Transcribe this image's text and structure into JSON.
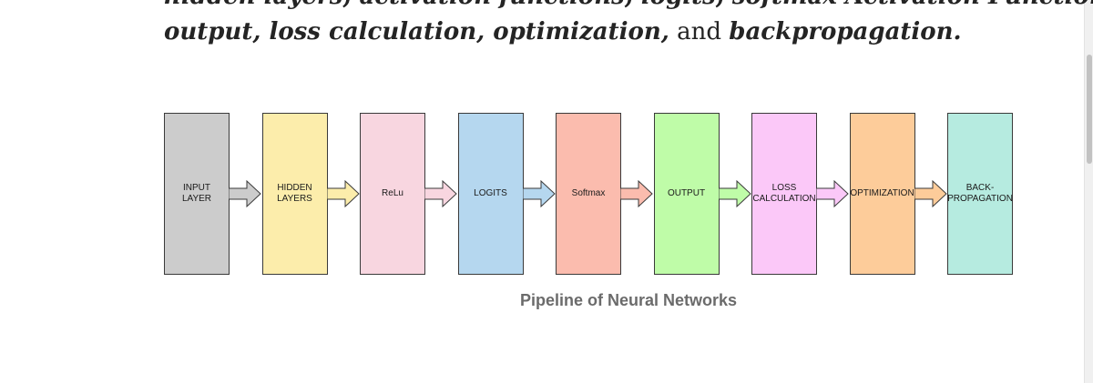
{
  "article": {
    "clipped_line": "hidden layers, activation functions, logits, softmax Activation Function,",
    "line": {
      "t1": "output, loss calculation, optimization,",
      "t2": " and ",
      "t3": "backpropagation."
    }
  },
  "diagram": {
    "stages": [
      {
        "label": "INPUT\nLAYER",
        "fill": "#cccccc",
        "arrow": "#cccccc"
      },
      {
        "label": "HIDDEN\nLAYERS",
        "fill": "#fcedab",
        "arrow": "#fcedab"
      },
      {
        "label": "ReLu",
        "fill": "#f8d6e0",
        "arrow": "#f8d6e0"
      },
      {
        "label": "LOGITS",
        "fill": "#b5d7ef",
        "arrow": "#b5d7ef"
      },
      {
        "label": "Softmax",
        "fill": "#fbbcae",
        "arrow": "#fbbcae"
      },
      {
        "label": "OUTPUT",
        "fill": "#bffca8",
        "arrow": "#bffca8"
      },
      {
        "label": "LOSS\nCALCULATION",
        "fill": "#fbc8f8",
        "arrow": "#fbc8f8"
      },
      {
        "label": "OPTIMIZATION",
        "fill": "#fdcc9a",
        "arrow": "#fdcc9a"
      },
      {
        "label": "BACK-\nPROPAGATION",
        "fill": "#b6ebe0"
      }
    ],
    "caption": "Pipeline of Neural Networks"
  }
}
